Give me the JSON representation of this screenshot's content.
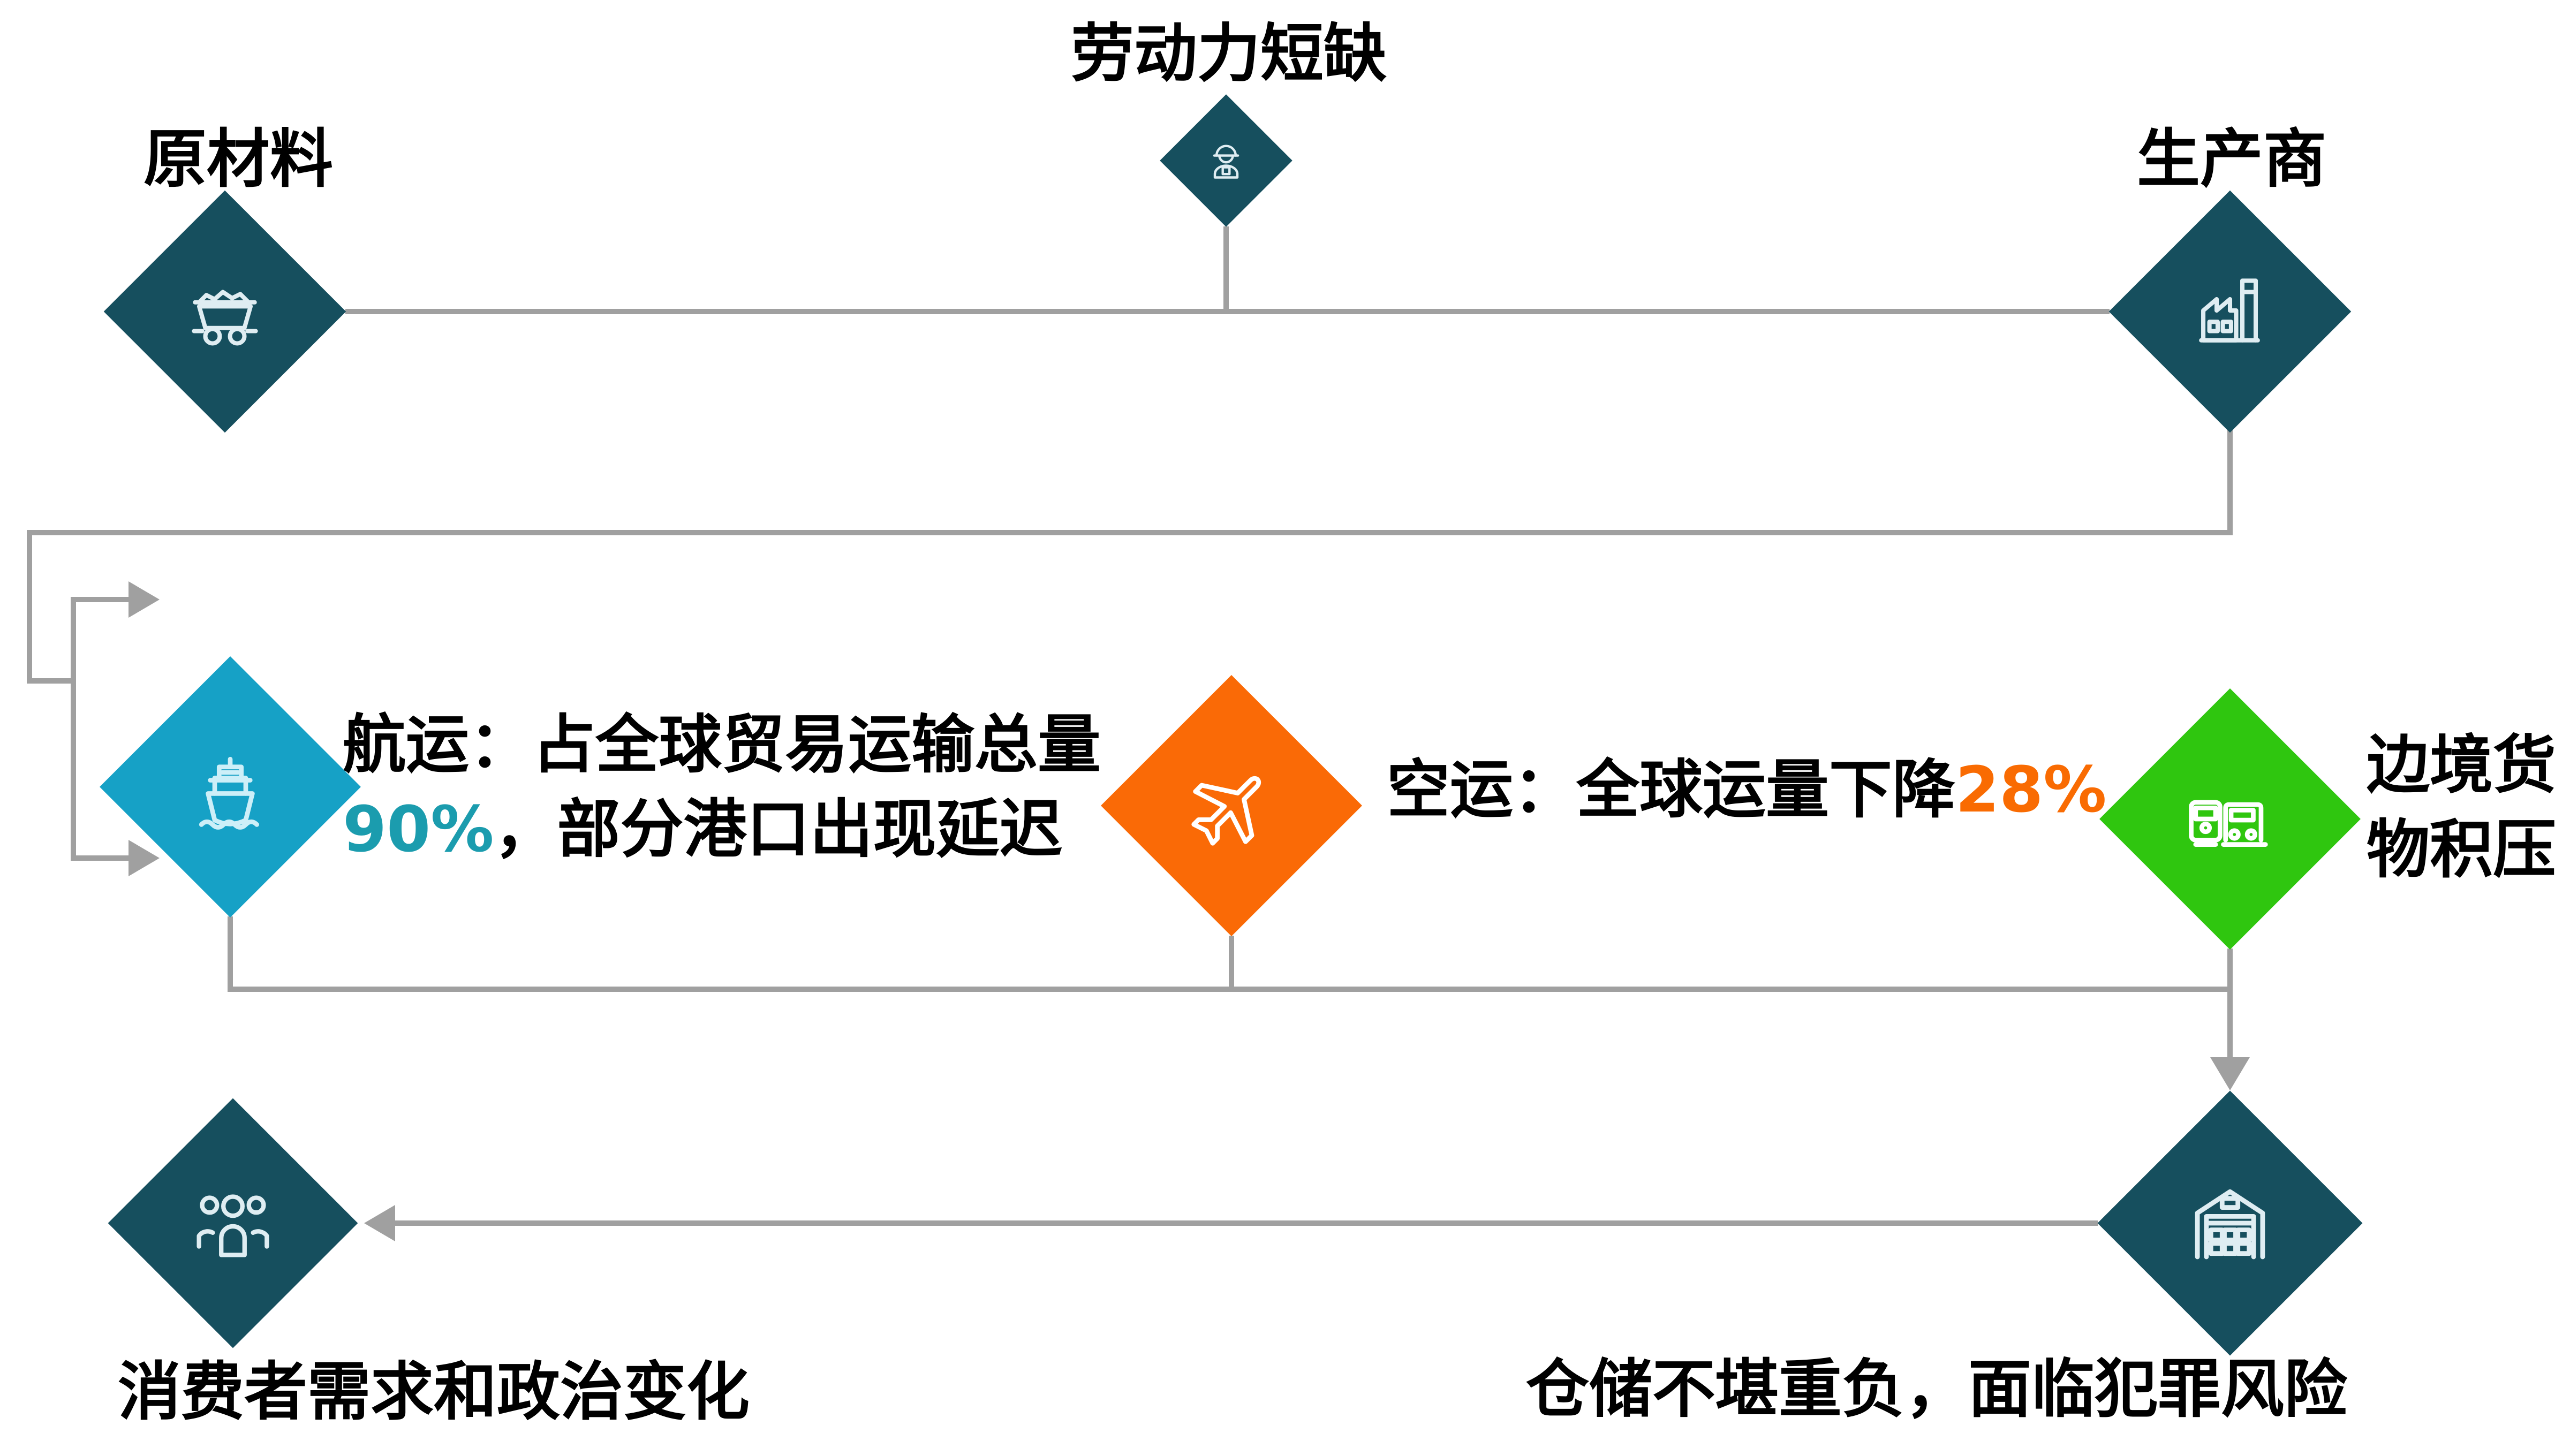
{
  "nodes": {
    "labor_shortage": {
      "label": "劳动力短缺",
      "icon": "worker-icon"
    },
    "raw_materials": {
      "label": "原材料",
      "icon": "mine-cart-icon"
    },
    "manufacturer": {
      "label": "生产商",
      "icon": "factory-icon"
    },
    "shipping": {
      "text_line1": "航运：占全球贸易运输总量",
      "value": "90%",
      "text_line2_rest": "，部分港口出现延迟",
      "icon": "cargo-ship-icon"
    },
    "air_freight": {
      "text_prefix": "空运：全球运量下降",
      "value": "28%",
      "icon": "airplane-icon"
    },
    "border_backlog": {
      "text_line1": "边境货",
      "text_line2": "物积压",
      "icon": "train-truck-icon"
    },
    "consumers": {
      "label": "消费者需求和政治变化",
      "icon": "people-icon"
    },
    "warehouse": {
      "label": "仓储不堪重负，面临犯罪风险",
      "icon": "warehouse-icon"
    }
  },
  "colors": {
    "node_dark_teal": "#164f5e",
    "node_shipping_blue": "#16a1c6",
    "node_air_orange": "#fa6a06",
    "node_border_green": "#2fc60f",
    "shipping_value_teal": "#1b9cae",
    "air_value_orange": "#f96b02",
    "connector_gray": "#a0a0a0",
    "text_black": "#000000",
    "background": "#ffffff"
  }
}
